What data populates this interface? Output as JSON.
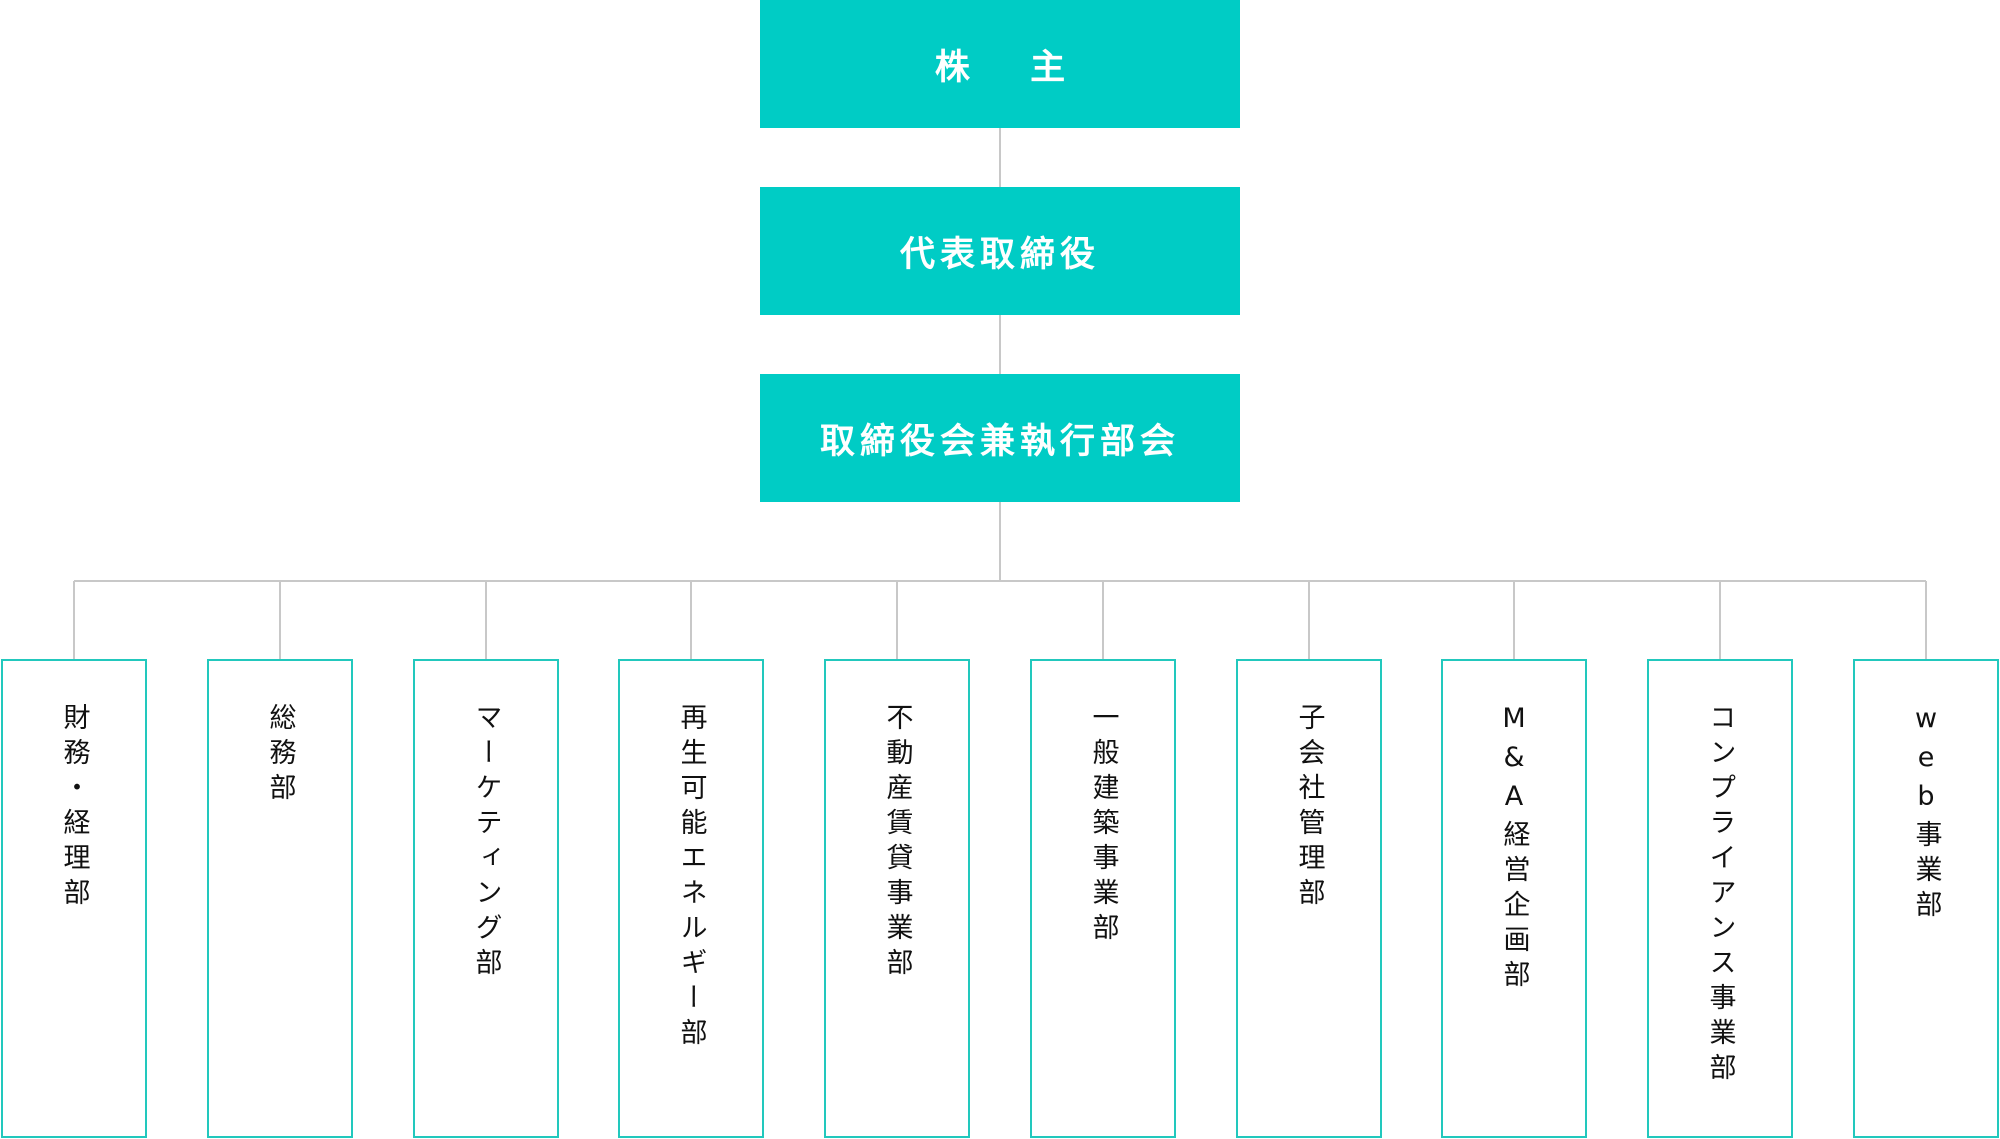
{
  "org_chart": {
    "shareholders": "株 主",
    "ceo": "代表取締役",
    "board": "取締役会兼執行部会",
    "departments": [
      "財務・経理部",
      "総務部",
      "マーケティング部",
      "再生可能エネルギー部",
      "不動産賃貸事業部",
      "一般建築事業部",
      "子会社管理部",
      "M&A経営企画部",
      "コンプライアンス事業部",
      "web事業部"
    ]
  },
  "colors": {
    "top_box_fill": "#00ccc5",
    "dept_border": "#22c8bd",
    "connector": "#c8c8c8"
  }
}
